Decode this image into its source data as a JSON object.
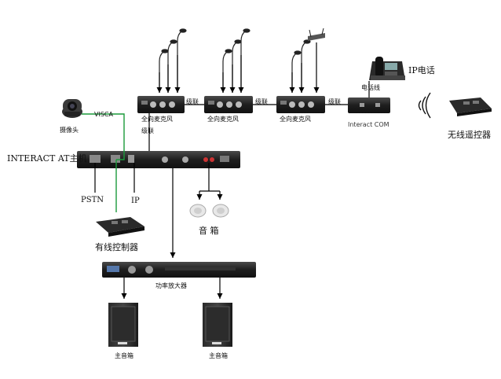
{
  "labels": {
    "camera": "摄像头",
    "visca": "VISCA",
    "host": "INTERACT AT主机",
    "pstn": "PSTN",
    "ip": "IP",
    "wired_controller": "有线控制器",
    "speakers_small": "音 箱",
    "amplifier": "功率放大器",
    "main_speaker_left": "主音箱",
    "main_speaker_right": "主音箱",
    "omni_mic_1": "全向麦克风",
    "omni_mic_2": "全向麦克风",
    "omni_mic_3": "全向麦克风",
    "cascade_1": "级联",
    "cascade_2": "级联",
    "cascade_3": "级联",
    "cascade_4": "级联",
    "phone_line": "电话线",
    "interact_com": "Interact COM",
    "ip_phone": "IP电话",
    "wireless_remote": "无线遥控器"
  },
  "colors": {
    "line": "#000000",
    "visca_line": "#1a9a3a",
    "device_dark": "#1c1c1c",
    "device_mid": "#3a3a3a",
    "speaker_white": "#e8e8e8"
  }
}
